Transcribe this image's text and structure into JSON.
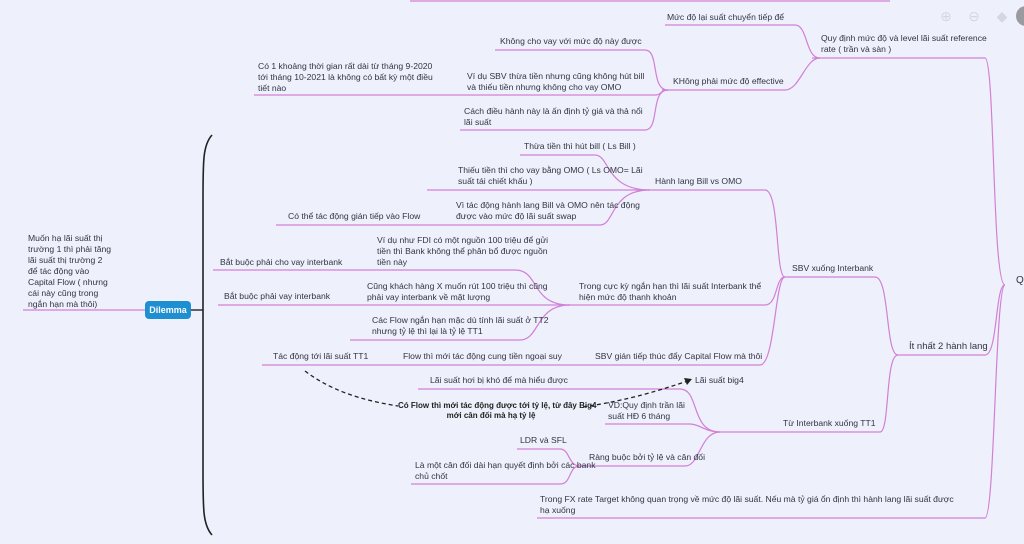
{
  "colors": {
    "branch": "#d27fd6",
    "dilemma": "#1e8fd0",
    "background": "#eef1fb"
  },
  "toolbar": {
    "icons": [
      "zoom-in-icon",
      "zoom-out-icon",
      "tag-icon",
      "avatar"
    ]
  },
  "nodes": {
    "muc_do_lai_suat": "Mức độ lại suất chuyển tiếp để",
    "quy_dinh_1": "Quy định mức độ và level lãi suất reference",
    "quy_dinh_2": "rate ( trần và sàn )",
    "khong_cho_vay": "Không cho vay với mức độ này được",
    "co_1_khoang_1": "Có 1 khoảng thời gian rất dài từ tháng 9-2020",
    "co_1_khoang_2": "tới tháng 10-2021 là không có bất kỳ một điều",
    "co_1_khoang_3": "tiết nào",
    "vi_du_sbv_1": "Ví dụ SBV thừa tiền nhưng cũng không hút bill",
    "vi_du_sbv_2": "và thiếu tiền nhưng không cho vay OMO",
    "khong_phai_effective": "KHông phải mức độ effective",
    "cach_dieu_hanh_1": "Cách điều hành này là ấn định tỷ giá và thả nổi",
    "cach_dieu_hanh_2": "lãi suất",
    "thua_tien": "Thừa tiền thì hút bill ( Ls Bill )",
    "thieu_tien_1": "Thiếu tiền thì cho vay bằng OMO ( Ls OMO= Lãi",
    "thieu_tien_2": "suất tái chiết khấu )",
    "hanh_lang_bill": "Hành lang Bill vs OMO",
    "co_the_tac_dong": "Có thể tác động gián tiếp vào Flow",
    "vi_tac_dong_1": "Vì tác động hành lang Bill và OMO nên tác động",
    "vi_tac_dong_2": "được vào mức độ lãi suất swap",
    "vi_du_fdi_1": "Ví dụ như FDI có một nguồn 100 triệu để gửi",
    "vi_du_fdi_2": "tiền thì Bank không thể phân bổ được nguồn",
    "vi_du_fdi_3": "tiền này",
    "bat_buoc_cho_vay": "Bắt buộc phải cho vay interbank",
    "sbv_xuong_interbank": "SBV xuống Interbank",
    "bat_buoc_vay": "Bắt buộc phải vay interbank",
    "cung_khach_hang_1": "Cũng khách hàng X muốn rút 100 triệu thì cũng",
    "cung_khach_hang_2": "phải vay interbank về mặt lượng",
    "trong_cuc_ky_1": "Trong cực kỳ ngắn hạn thì lãi suất Interbank thể",
    "trong_cuc_ky_2": "hiện mức độ thanh khoản",
    "cac_flow_1": "Các Flow ngắn hạn mặc dù tính lãi suất ở TT2",
    "cac_flow_2": "nhưng tỷ lệ thì lại là tỷ lệ TT1",
    "muon_ha": [
      "Muốn hạ lãi suất thị",
      "trường 1 thì phải tăng",
      "lãi suất thị trường 2",
      "để tác động vào",
      "Capital Flow ( nhưng",
      "cái này cũng trong",
      "ngắn hạn mà thôi)"
    ],
    "dilemma": "Dilemma",
    "tac_dong_tt1": "Tác động tới lãi suất TT1",
    "flow_thi_moi": "Flow thì mới tác động cung tiền ngoại suy",
    "sbv_gian_tiep": "SBV gián tiếp thúc đẩy Capital Flow mà thôi",
    "it_nhat": "Ít nhất 2 hành lang",
    "q": "Q",
    "lai_suat_kho": "Lãi suất hơi bị khó để mà hiểu được",
    "lai_suat_big4": "Lãi suất big4",
    "annotation_1": "Có Flow thì mới tác động được tới tỷ lệ, từ đây Big4",
    "annotation_2": "mới cân đối mà hạ tỷ lệ",
    "vd_quy_dinh_1": "VD:Quy định trần lãi",
    "vd_quy_dinh_2": "suất HĐ 6 tháng",
    "tu_interbank": "Từ Interbank xuống TT1",
    "ldr": "LDR và SFL",
    "rang_buoc": "Ràng buộc bởi tỷ lệ và cân đối",
    "la_mot_can_doi_1": "Là một cân đối dài hạn quyết định bởi các bank",
    "la_mot_can_doi_2": "chủ chốt",
    "trong_fx_1": "Trong FX rate Target không quan trọng về mức độ lãi suất. Nếu mà tỷ giá ổn định thì hành lang lãi suất được",
    "trong_fx_2": "hạ xuống"
  }
}
